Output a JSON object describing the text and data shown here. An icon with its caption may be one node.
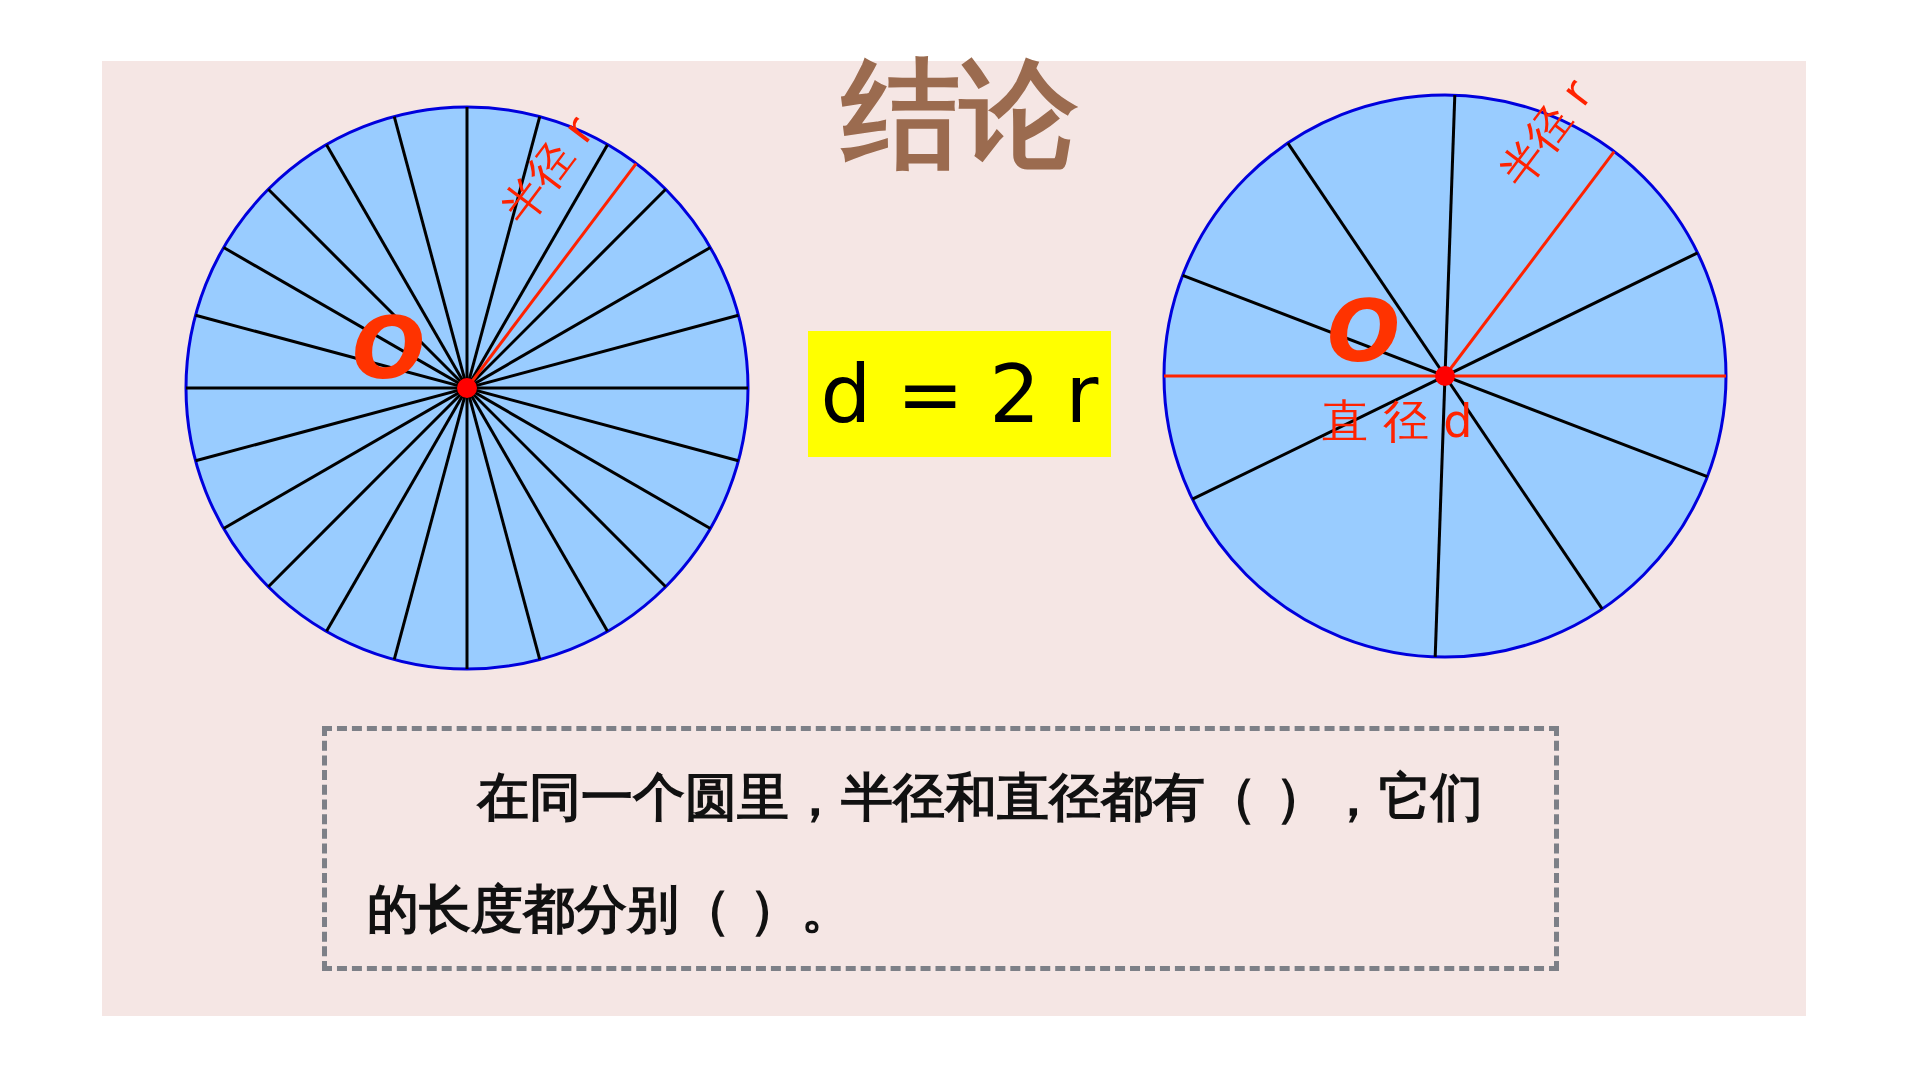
{
  "diagram": {
    "title": "结论",
    "nodes": [
      {
        "text": [
          "O",
          "半径 r"
        ]
      },
      {
        "text": [
          "d = 2 r"
        ]
      },
      {
        "text": [
          "O",
          "半径 r",
          "直 径 d"
        ]
      },
      {
        "text": [
          "在同一个圆里，半径和直径都有（ ），它们的长度都分别（ ）。"
        ]
      }
    ]
  }
}
